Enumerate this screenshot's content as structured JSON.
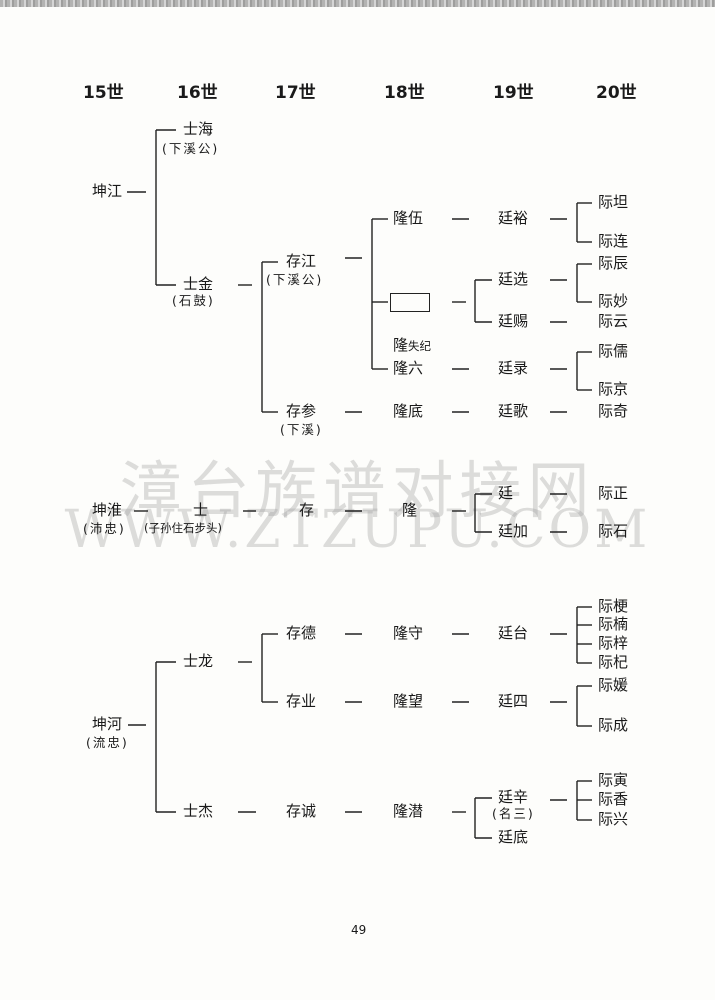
{
  "headers": [
    "15世",
    "16世",
    "17世",
    "18世",
    "19世",
    "20世"
  ],
  "watermark": {
    "cn": "漳台族谱对接网",
    "en": "WWW.ZTZUPU.COM"
  },
  "page_number": "49",
  "nodes": {
    "kunjiang": "坤江",
    "shihai": "士海",
    "shihai_note": "(下溪公)",
    "shijin": "士金",
    "shijin_note": "(石鼓)",
    "cunjiang": "存江",
    "cunjiang_note": "(下溪公)",
    "cuncan": "存参",
    "cuncan_note": "(下溪)",
    "longwu": "隆伍",
    "longshiji_main": "隆",
    "longshiji_small": "失纪",
    "longliu": "隆六",
    "longdi": "隆底",
    "tingyu": "廷裕",
    "tingxuan": "廷选",
    "tingci": "廷赐",
    "tinglu": "廷录",
    "tingge": "廷歌",
    "jitan": "际坦",
    "jilian": "际连",
    "jichen": "际辰",
    "jimiao": "际妙",
    "jiyun": "际云",
    "jiru": "际儒",
    "jijing": "际京",
    "jiqi": "际奇",
    "kunhuai": "坤淮",
    "kunhuai_note": "(沛忠)",
    "shi_b": "士",
    "shi_b_note": "(子孙住石步头)",
    "cun_b": "存",
    "long_b": "隆",
    "ting_b": "廷",
    "tingjia": "廷加",
    "jizheng": "际正",
    "jishi": "际石",
    "kunhe": "坤河",
    "kunhe_note": "(流忠)",
    "shilong": "士龙",
    "shijie": "士杰",
    "cunde": "存德",
    "cunye": "存业",
    "cuncheng": "存诚",
    "longshou": "隆守",
    "longwang": "隆望",
    "longqian": "隆潜",
    "tingtai": "廷台",
    "tingsi": "廷四",
    "tingxin": "廷辛",
    "tingxin_note": "(名三)",
    "tingdi": "廷底",
    "jigeng": "际梗",
    "jinan": "际楠",
    "jizi": "际梓",
    "jiqi2": "际杞",
    "jiyuan": "际媛",
    "jicheng": "际成",
    "jiyin": "际寅",
    "jixiang": "际香",
    "jixing": "际兴"
  },
  "dash": "—"
}
